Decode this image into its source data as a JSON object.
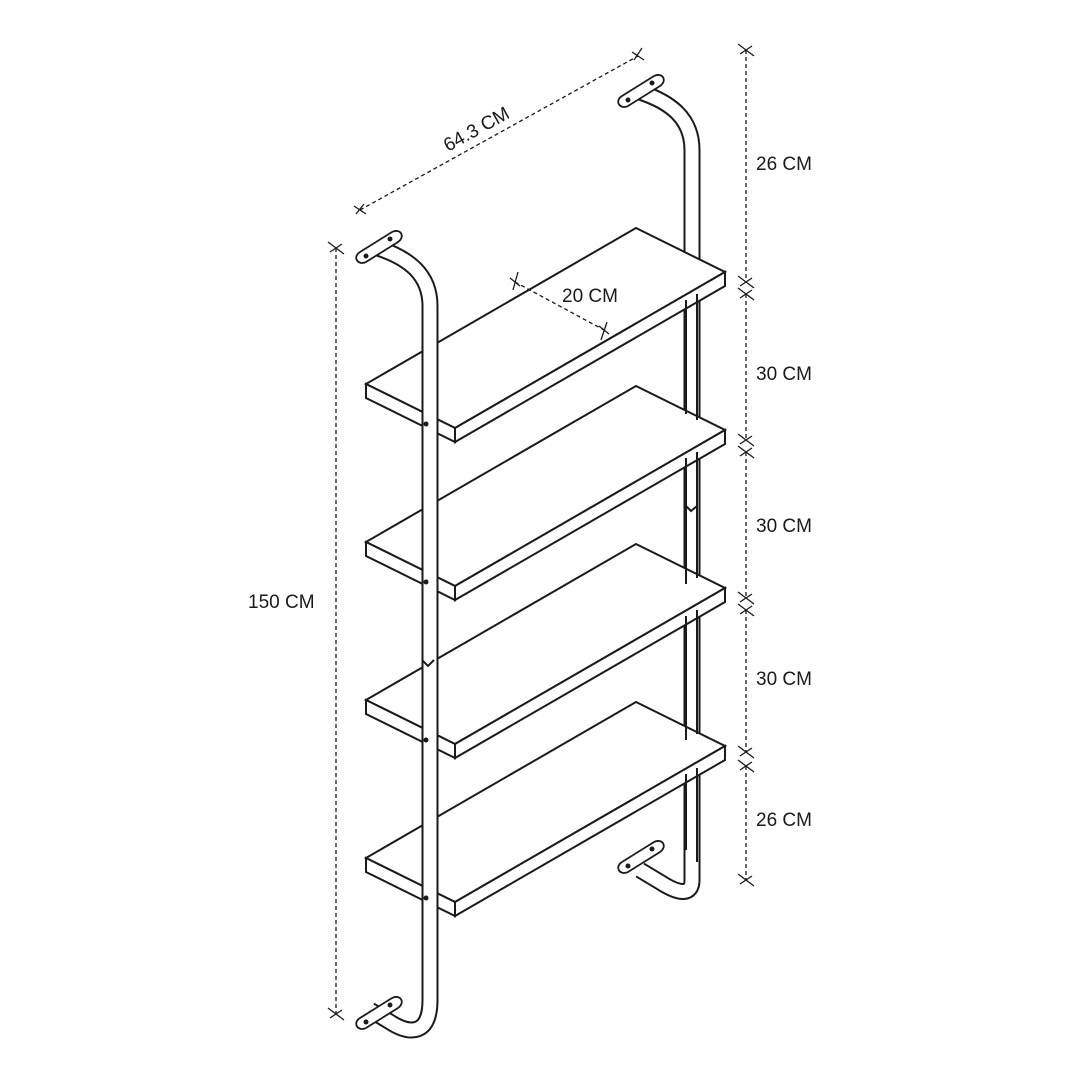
{
  "dimensions": {
    "width": "64.3 CM",
    "depth": "20 CM",
    "total_height": "150 CM",
    "top_gap": "26 CM",
    "shelf_gap_1": "30 CM",
    "shelf_gap_2": "30 CM",
    "shelf_gap_3": "30 CM",
    "bottom_gap": "26 CM"
  },
  "colors": {
    "line": "#1a1a1a",
    "background": "#ffffff"
  }
}
